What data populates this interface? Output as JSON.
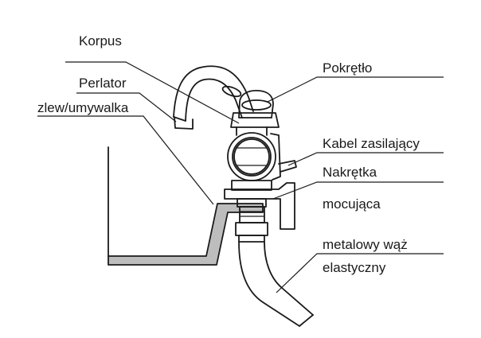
{
  "labels": {
    "korpus": "Korpus",
    "perlator": "Perlator",
    "sink": "zlew/umywalka",
    "knob": "Pokrętło",
    "cable": "Kabel zasilający",
    "nut_line1": "Nakrętka",
    "nut_line2": "mocująca",
    "hose_line1": "metalowy wąż",
    "hose_line2": "elastyczny"
  },
  "colors": {
    "outline": "#1a1a1a",
    "sink_fill": "#bdbdbd",
    "background": "#ffffff"
  }
}
